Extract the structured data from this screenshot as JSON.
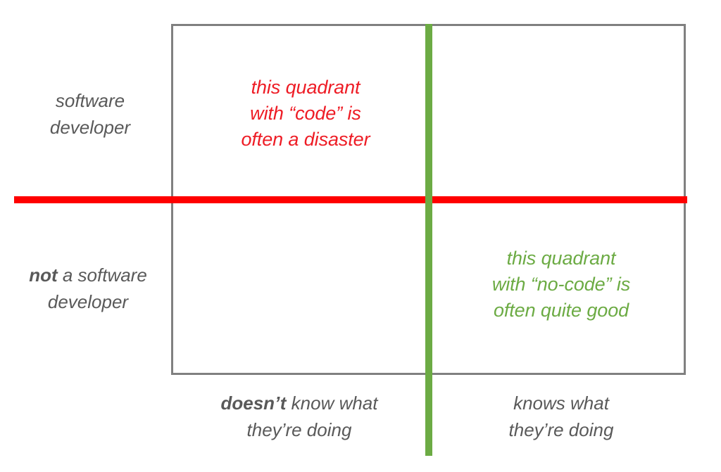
{
  "diagram": {
    "type": "2x2-quadrant-matrix",
    "background_color": "#ffffff",
    "frame": {
      "border_color": "#808080"
    },
    "axes": {
      "horizontal_divider_color": "#ff0000",
      "vertical_divider_color": "#6cab44"
    },
    "y_axis": {
      "top_label": {
        "line1": "software",
        "line2": "developer"
      },
      "bottom_label": {
        "emphasis": "not",
        "rest": " a software",
        "line2": "developer"
      }
    },
    "x_axis": {
      "left_label": {
        "emphasis": "doesn’t",
        "rest": " know what",
        "line2": "they’re doing"
      },
      "right_label": {
        "line1": "knows what",
        "line2": "they’re doing"
      }
    },
    "quadrants": {
      "top_left": {
        "color": "#ee1c25",
        "line1": "this quadrant",
        "line2": "with “code” is",
        "line3": "often a disaster"
      },
      "top_right": {
        "text": ""
      },
      "bottom_left": {
        "text": ""
      },
      "bottom_right": {
        "color": "#6cab44",
        "line1": "this quadrant",
        "line2": "with “no-code” is",
        "line3": "often quite good"
      }
    },
    "label_color": "#595959"
  }
}
